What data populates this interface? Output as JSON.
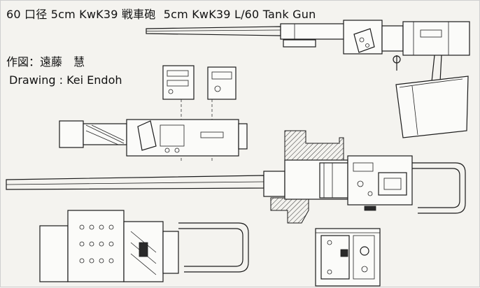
{
  "header": {
    "title_ja": "60 口径 5cm KwK39 戦車砲",
    "title_en": "5cm KwK39 L/60 Tank Gun"
  },
  "credits": {
    "ja": "作図：遠藤　慧",
    "en": "Drawing : Kei  Endoh"
  }
}
